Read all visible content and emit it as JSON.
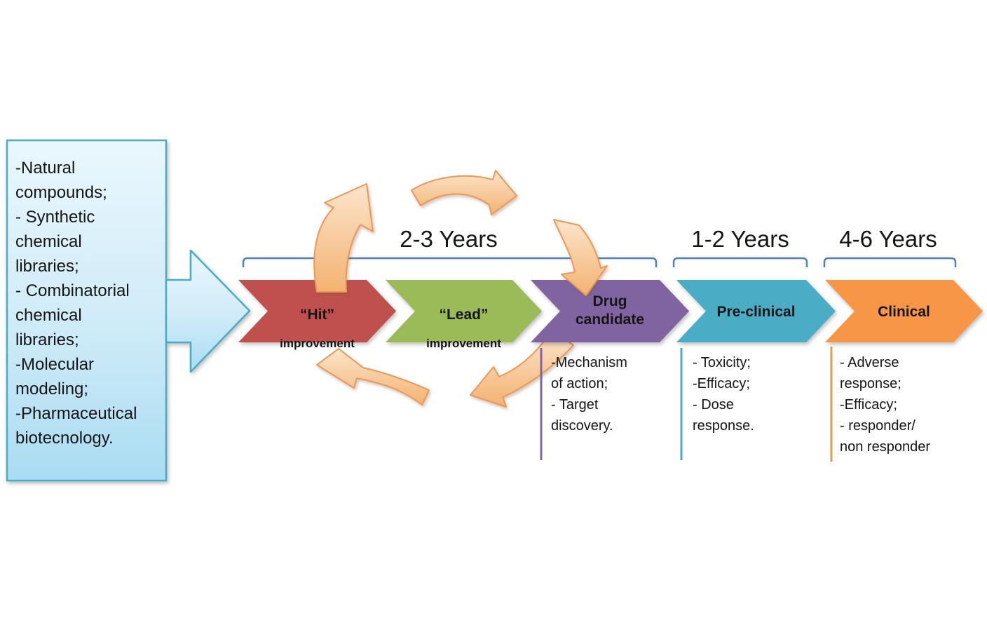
{
  "diagram": {
    "sources_box": {
      "text": "-Natural\ncompounds;\n- Synthetic\nchemical\nlibraries;\n- Combinatorial\nchemical\nlibraries;\n-Molecular\nmodeling;\n-Pharmaceutical\nbiotecnology."
    },
    "durations": [
      {
        "label": "2-3 Years"
      },
      {
        "label": "1-2 Years"
      },
      {
        "label": "4-6 Years"
      }
    ],
    "stages": [
      {
        "name": "hit-improvement",
        "label": "“Hit”",
        "sublabel": "improvement",
        "color": "#C0504D"
      },
      {
        "name": "lead-improvement",
        "label": "“Lead”",
        "sublabel": "improvement",
        "color": "#9BBB59"
      },
      {
        "name": "drug-candidate",
        "label": "Drug\ncandidate",
        "color": "#8064A2",
        "notes": "-Mechanism\nof action;\n- Target\ndiscovery."
      },
      {
        "name": "pre-clinical",
        "label": "Pre-clinical",
        "color": "#4BACC6",
        "notes": "- Toxicity;\n-Efficacy;\n- Dose\nresponse."
      },
      {
        "name": "clinical",
        "label": "Clinical",
        "color": "#F79646",
        "notes": "- Adverse\nresponse;\n-Efficacy;\n- responder/\nnon responder"
      }
    ],
    "colors": {
      "box_fill_top": "#EAF7FD",
      "box_fill_bottom": "#A9DCF2",
      "box_border": "#4BACC6",
      "bracket": "#4E81BD",
      "cycle_arrow_fill_light": "#FCE5CC",
      "cycle_arrow_fill_dark": "#F3B271",
      "cycle_arrow_stroke": "#E9995A",
      "note_line_drug_candidate": "#8064A2",
      "note_line_pre_clinical": "#4BACC6",
      "note_line_clinical": "#DC9E52",
      "text": "#151515"
    }
  }
}
